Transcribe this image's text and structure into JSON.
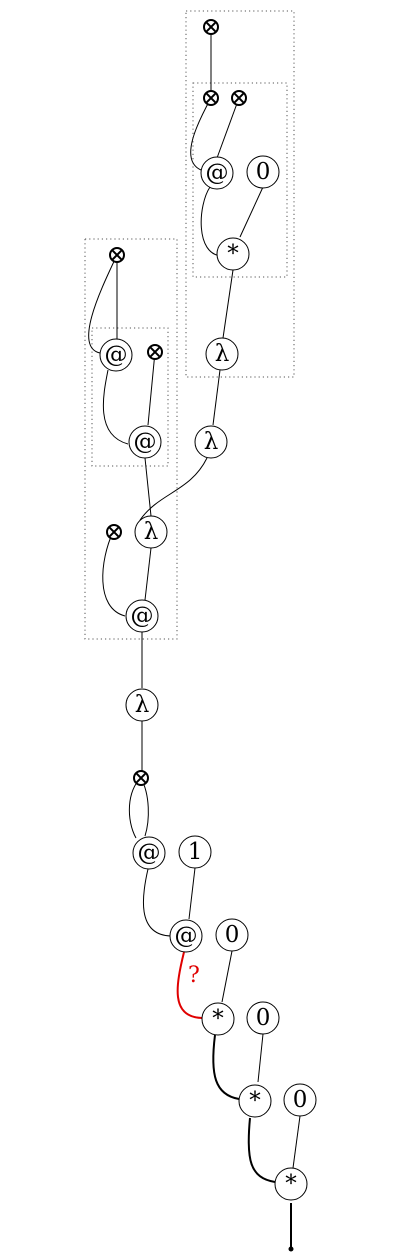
{
  "diagram": {
    "labels": {
      "apply": "@",
      "lambda": "λ",
      "multiply": "*",
      "zero": "0",
      "one": "1",
      "question": "?"
    },
    "colors": {
      "ink": "#000000",
      "highlight": "#e00000",
      "box_border": "#555555"
    },
    "tensor_symbol": "⊗"
  }
}
